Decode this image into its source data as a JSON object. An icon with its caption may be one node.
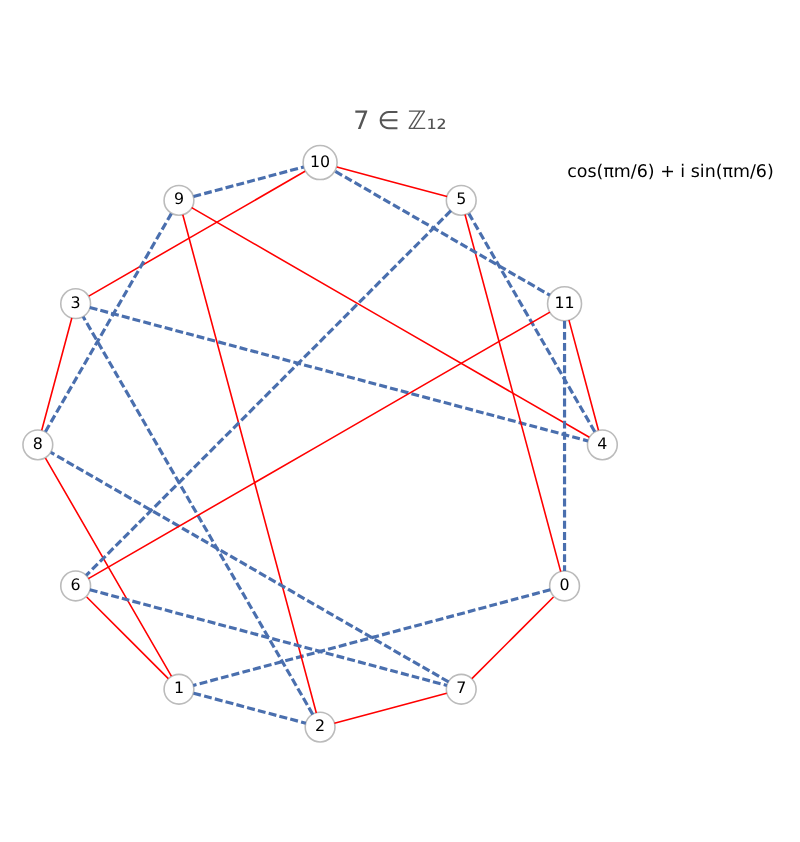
{
  "diagram": {
    "title": "7 ∈ ℤ₁₂",
    "nodes": [
      {
        "text": [
          "0"
        ]
      },
      {
        "text": [
          "1"
        ]
      },
      {
        "text": [
          "2"
        ]
      },
      {
        "text": [
          "3"
        ]
      },
      {
        "text": [
          "4"
        ]
      },
      {
        "text": [
          "5"
        ]
      },
      {
        "text": [
          "6"
        ]
      },
      {
        "text": [
          "7"
        ]
      },
      {
        "text": [
          "8"
        ]
      },
      {
        "text": [
          "9"
        ]
      },
      {
        "text": [
          "10"
        ]
      },
      {
        "text": [
          "11"
        ]
      }
    ],
    "edges": [
      {
        "from": 0,
        "to": 1,
        "arrow": "none",
        "style": "dashed",
        "color": "#4a6fae"
      },
      {
        "from": 1,
        "to": 2,
        "arrow": "none",
        "style": "dashed",
        "color": "#4a6fae"
      },
      {
        "from": 2,
        "to": 3,
        "arrow": "none",
        "style": "dashed",
        "color": "#4a6fae"
      },
      {
        "from": 3,
        "to": 4,
        "arrow": "none",
        "style": "dashed",
        "color": "#4a6fae"
      },
      {
        "from": 4,
        "to": 5,
        "arrow": "none",
        "style": "dashed",
        "color": "#4a6fae"
      },
      {
        "from": 5,
        "to": 6,
        "arrow": "none",
        "style": "dashed",
        "color": "#4a6fae"
      },
      {
        "from": 6,
        "to": 7,
        "arrow": "none",
        "style": "dashed",
        "color": "#4a6fae"
      },
      {
        "from": 7,
        "to": 8,
        "arrow": "none",
        "style": "dashed",
        "color": "#4a6fae"
      },
      {
        "from": 8,
        "to": 9,
        "arrow": "none",
        "style": "dashed",
        "color": "#4a6fae"
      },
      {
        "from": 9,
        "to": 10,
        "arrow": "none",
        "style": "dashed",
        "color": "#4a6fae"
      },
      {
        "from": 10,
        "to": 11,
        "arrow": "none",
        "style": "dashed",
        "color": "#4a6fae"
      },
      {
        "from": 11,
        "to": 0,
        "arrow": "none",
        "style": "dashed",
        "color": "#4a6fae"
      },
      {
        "from": 0,
        "to": 7,
        "arrow": "none",
        "color": "#ff0000"
      },
      {
        "from": 1,
        "to": 8,
        "arrow": "none",
        "color": "#ff0000"
      },
      {
        "from": 2,
        "to": 9,
        "arrow": "none",
        "color": "#ff0000"
      },
      {
        "from": 3,
        "to": 10,
        "arrow": "none",
        "color": "#ff0000"
      },
      {
        "from": 4,
        "to": 11,
        "arrow": "none",
        "color": "#ff0000"
      },
      {
        "from": 5,
        "to": 0,
        "arrow": "none",
        "color": "#ff0000"
      },
      {
        "from": 6,
        "to": 1,
        "arrow": "none",
        "color": "#ff0000"
      },
      {
        "from": 7,
        "to": 2,
        "arrow": "none",
        "color": "#ff0000"
      },
      {
        "from": 8,
        "to": 3,
        "arrow": "none",
        "color": "#ff0000"
      },
      {
        "from": 9,
        "to": 4,
        "arrow": "none",
        "color": "#ff0000"
      },
      {
        "from": 10,
        "to": 5,
        "arrow": "none",
        "color": "#ff0000"
      },
      {
        "from": 11,
        "to": 6,
        "arrow": "none",
        "color": "#ff0000"
      }
    ],
    "labels": [
      "cos(πm/6) + i sin(πm/6)"
    ]
  }
}
